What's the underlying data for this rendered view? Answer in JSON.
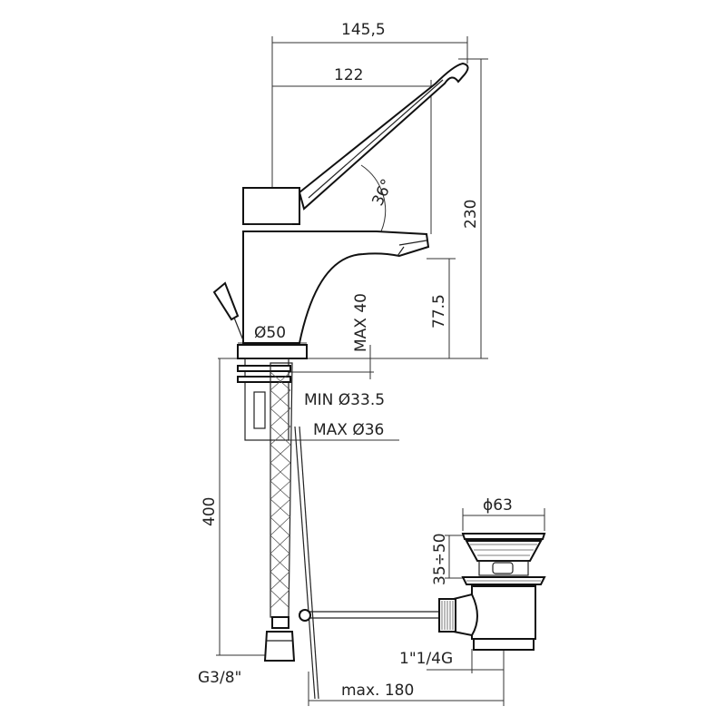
{
  "title": "Basin mixer with clinical lever – dimensional drawing",
  "dimensions": {
    "overall_width": "145,5",
    "lever_width": "122",
    "lever_angle": "36°",
    "overall_height": "230",
    "spout_height": "77.5",
    "max_deck": "MAX 40",
    "base_diameter": "Ø50",
    "min_hole": "MIN Ø33.5",
    "max_hole": "MAX Ø36",
    "hose_length": "400",
    "hose_thread": "G3/8\"",
    "waste_diameter": "ϕ63",
    "waste_range": "35÷50",
    "waste_thread": "1\"1/4G",
    "rod_length": "max. 180"
  }
}
